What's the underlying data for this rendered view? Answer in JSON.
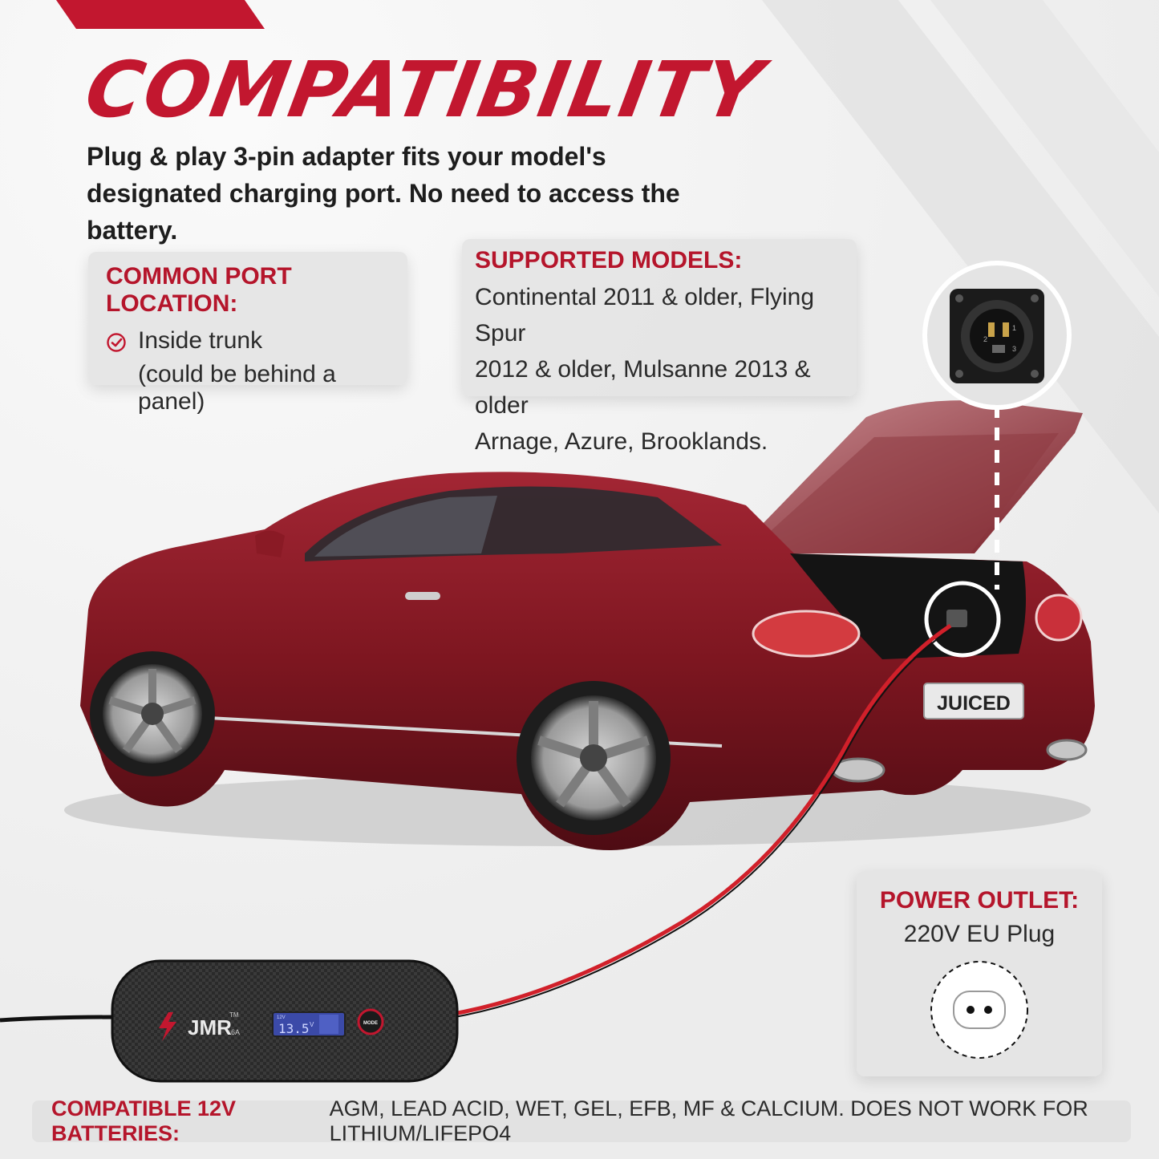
{
  "title": "COMPATIBILITY",
  "subtitle": "Plug & play 3-pin adapter fits your model's designated charging port. No need to access the battery.",
  "port_card": {
    "heading": "COMMON PORT LOCATION:",
    "item_line1": "Inside trunk",
    "item_line2": "(could be behind a panel)"
  },
  "models_card": {
    "heading": "SUPPORTED MODELS:",
    "lines": [
      "Continental 2011 & older, Flying Spur",
      "2012 & older, Mulsanne 2013 & older",
      "Arnage, Azure, Brooklands."
    ]
  },
  "outlet_card": {
    "heading": "POWER OUTLET:",
    "text": "220V EU Plug"
  },
  "bottom_bar": {
    "label": "COMPATIBLE 12V BATTERIES:",
    "value": "AGM, LEAD ACID, WET, GEL, EFB, MF & CALCIUM. DOES NOT WORK FOR LITHIUM/LIFEPO4"
  },
  "license_plate": "JUICED",
  "charger": {
    "brand": "JMR",
    "brand_mark": "TM",
    "amp": "6A",
    "display_volt": "12V",
    "display_value": "13.5",
    "display_unit": "V",
    "mode_label": "MODE"
  },
  "port_pins": [
    "1",
    "2",
    "3"
  ],
  "colors": {
    "accent": "#c2172f",
    "car": "#7d1620",
    "cable": "#d1202a"
  },
  "icons": {
    "check": "check-circle-icon",
    "bolt": "lightning-bolt-icon",
    "outlet": "eu-socket-icon"
  }
}
